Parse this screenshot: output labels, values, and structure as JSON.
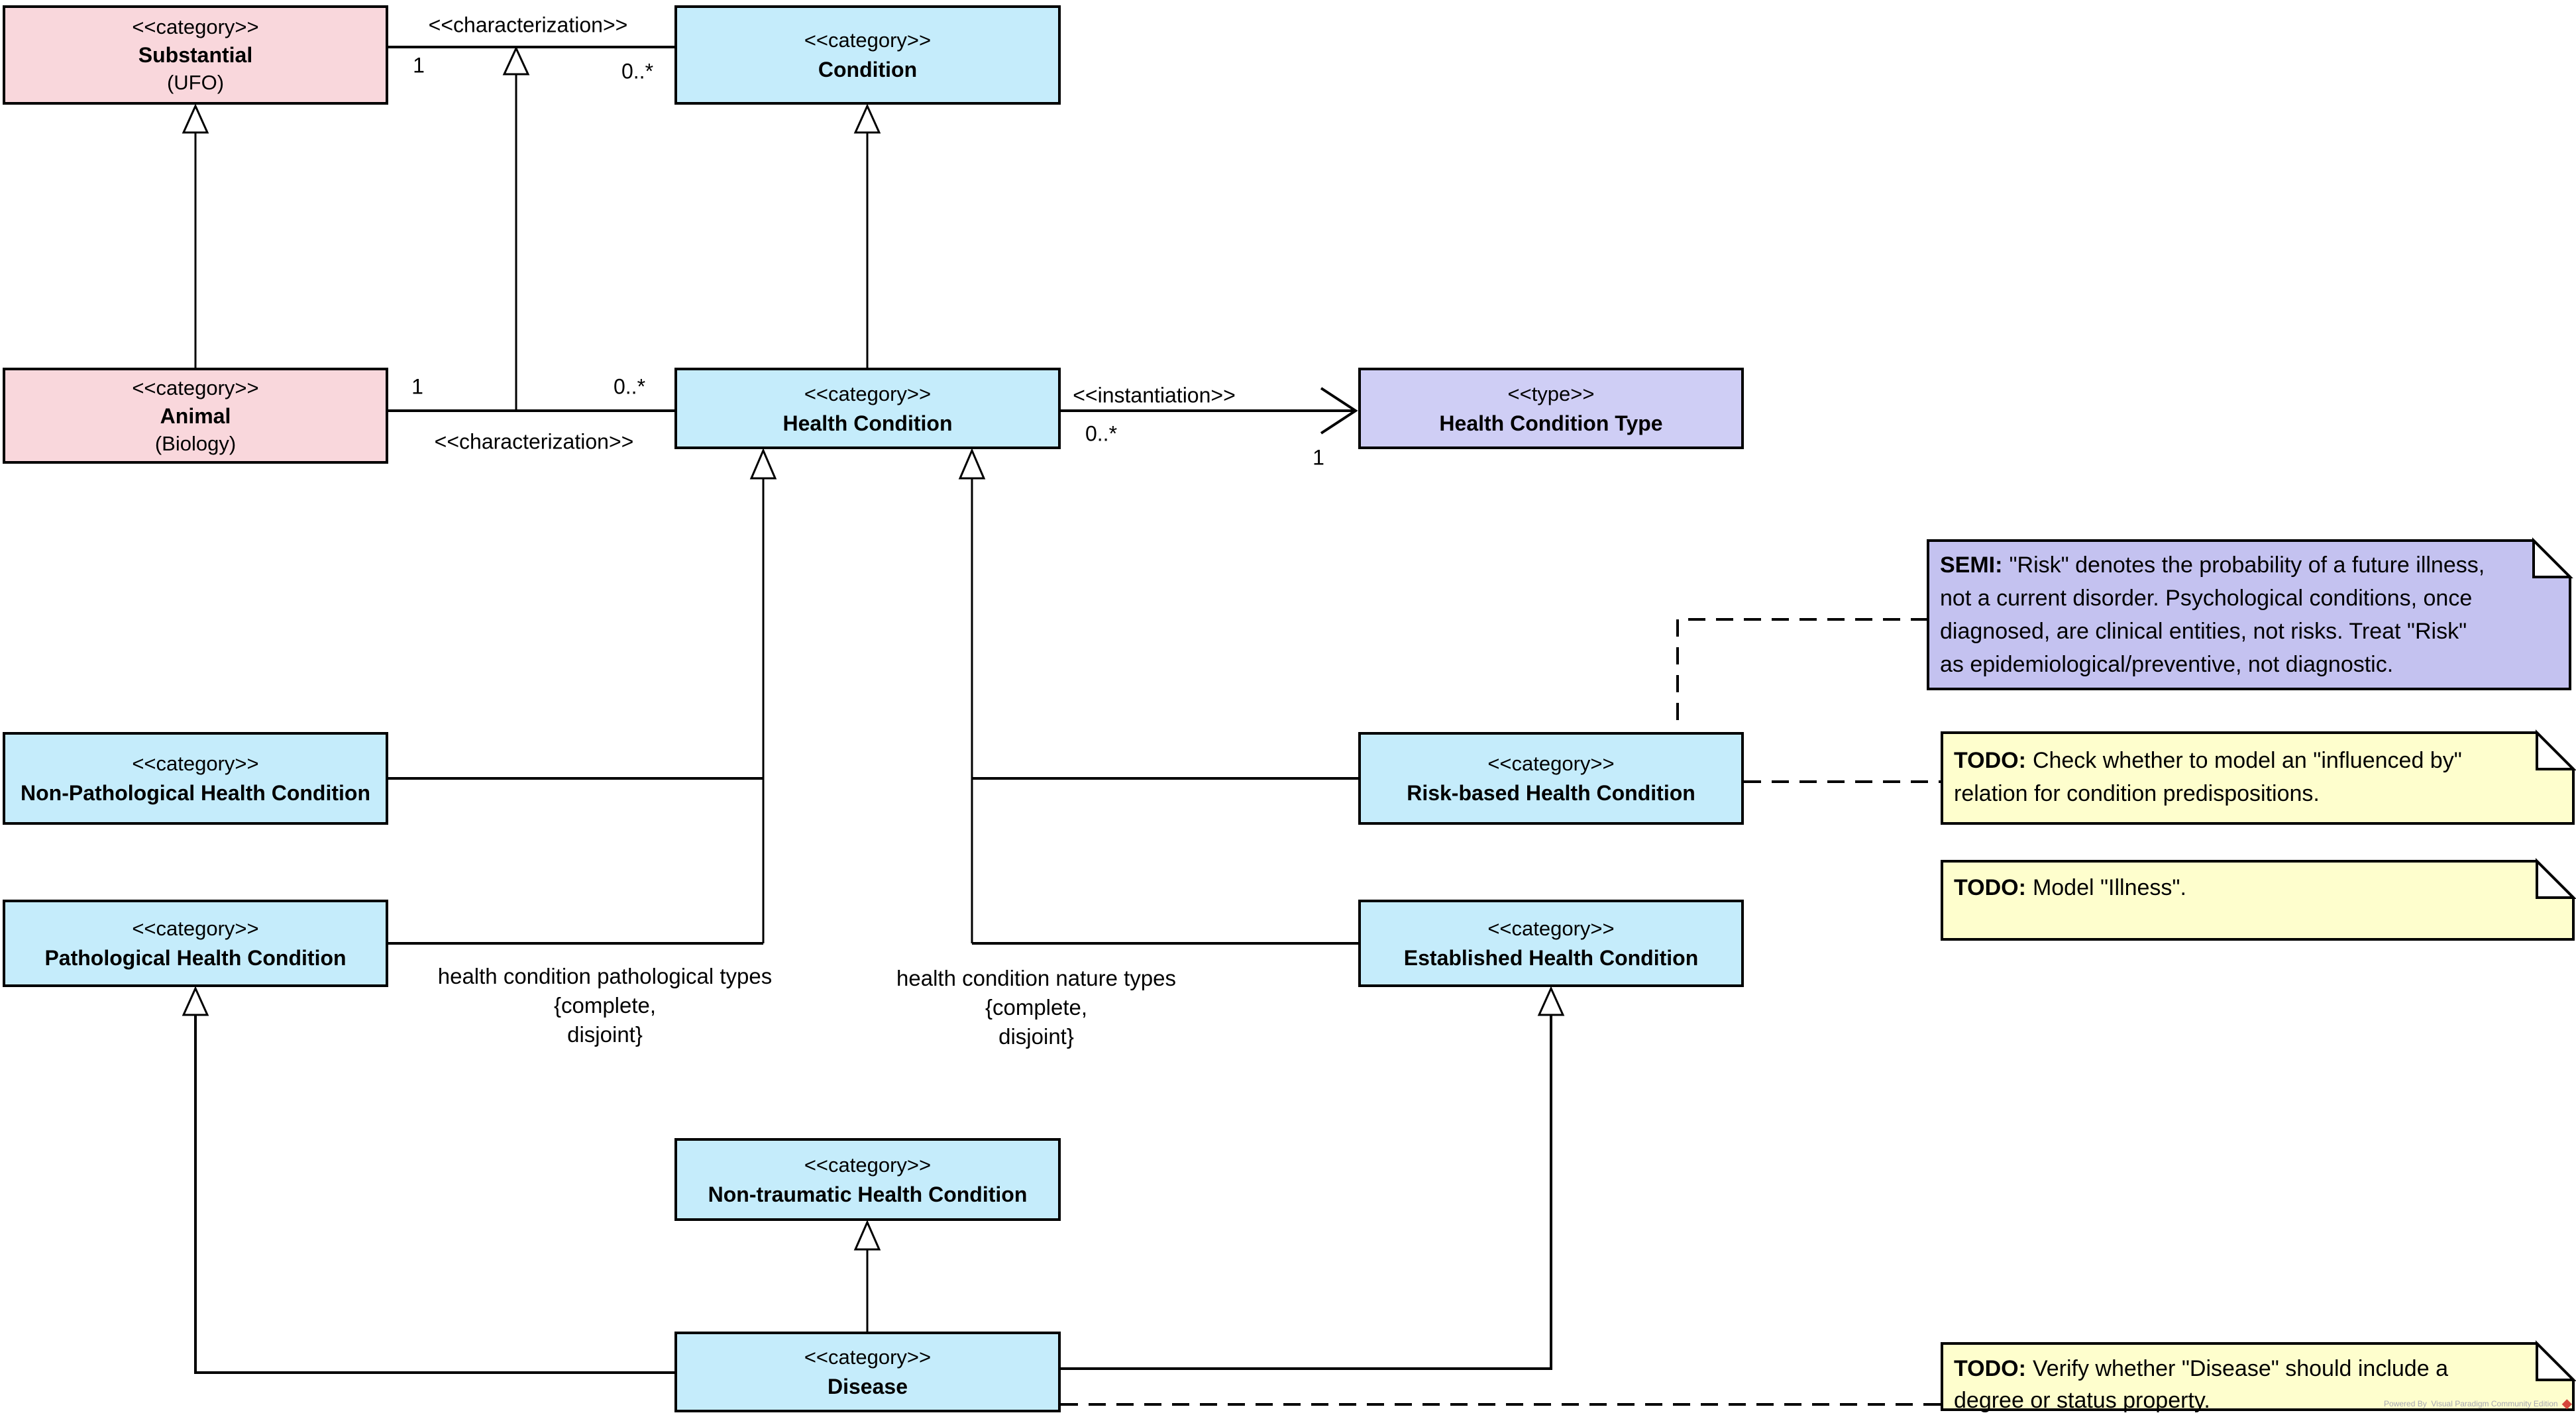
{
  "diagram_type": "uml-class-diagram",
  "colors": {
    "class_blue": "#C5ECFB",
    "class_pink": "#F9D7DC",
    "class_purple": "#CFCEF5",
    "note_purple": "#C4C2F0",
    "note_yellow": "#FEFECD",
    "border": "#000000"
  },
  "classes": {
    "substantial": {
      "stereotype": "<<category>>",
      "name": "Substantial",
      "subtitle": "(UFO)"
    },
    "condition": {
      "stereotype": "<<category>>",
      "name": "Condition"
    },
    "animal": {
      "stereotype": "<<category>>",
      "name": "Animal",
      "subtitle": "(Biology)"
    },
    "health_condition": {
      "stereotype": "<<category>>",
      "name": "Health Condition"
    },
    "health_condition_type": {
      "stereotype": "<<type>>",
      "name": "Health Condition Type"
    },
    "non_pathological": {
      "stereotype": "<<category>>",
      "name": "Non-Pathological Health Condition"
    },
    "risk_based": {
      "stereotype": "<<category>>",
      "name": "Risk-based Health Condition"
    },
    "pathological": {
      "stereotype": "<<category>>",
      "name": "Pathological Health Condition"
    },
    "established": {
      "stereotype": "<<category>>",
      "name": "Established Health Condition"
    },
    "non_traumatic": {
      "stereotype": "<<category>>",
      "name": "Non-traumatic Health Condition"
    },
    "disease": {
      "stereotype": "<<category>>",
      "name": "Disease"
    }
  },
  "relations": {
    "characterization_top": {
      "label": "<<characterization>>",
      "mult_source": "1",
      "mult_target": "0..*"
    },
    "characterization_bottom": {
      "label": "<<characterization>>",
      "mult_source": "1",
      "mult_target": "0..*"
    },
    "instantiation": {
      "label": "<<instantiation>>",
      "mult_source": "0..*",
      "mult_target": "1"
    }
  },
  "generalization_sets": {
    "pathological_types": {
      "label": "health condition pathological types",
      "constraint_line1": "{complete,",
      "constraint_line2": "disjoint}"
    },
    "nature_types": {
      "label": "health condition nature types",
      "constraint_line1": "{complete,",
      "constraint_line2": "disjoint}"
    }
  },
  "notes": {
    "semi": {
      "prefix": "SEMI:",
      "lines": [
        "\"Risk\" denotes the probability of a future illness,",
        "not a current disorder. Psychological conditions, once",
        "diagnosed, are clinical entities, not risks. Treat \"Risk\"",
        "as epidemiological/preventive, not diagnostic."
      ]
    },
    "todo_influenced": {
      "prefix": "TODO:",
      "lines": [
        "Check whether to model an \"influenced by\"",
        "relation for condition predispositions."
      ]
    },
    "todo_illness": {
      "prefix": "TODO:",
      "lines": [
        "Model \"Illness\"."
      ]
    },
    "todo_disease": {
      "prefix": "TODO:",
      "lines": [
        "Verify whether \"Disease\" should include a",
        "degree or status property."
      ]
    }
  },
  "watermark": {
    "text": "Powered By  Visual Paradigm Community Edition",
    "logo": "visual-paradigm-diamond"
  }
}
